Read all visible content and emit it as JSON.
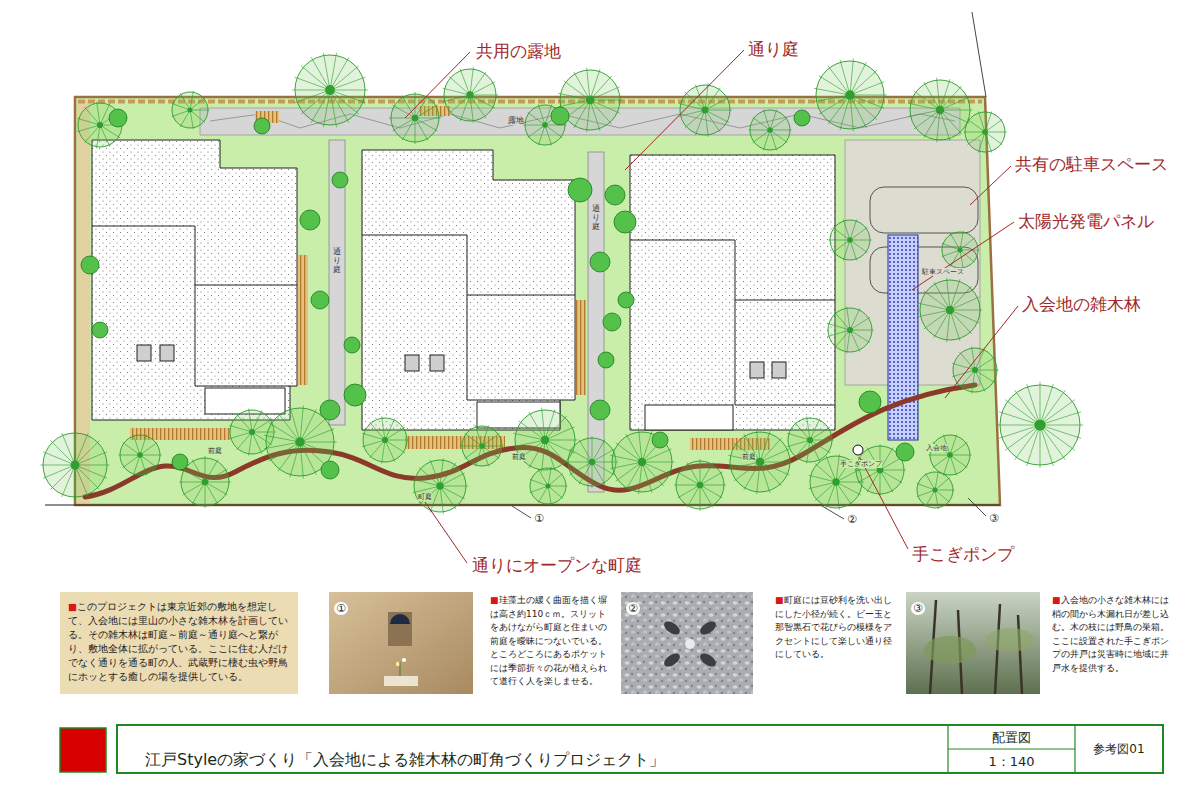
{
  "diagram": {
    "title": "江戸Styleの家づくり「入会地による雑木林の町角づくりプロジェクト」",
    "nodes": [
      {
        "text": [
          "■このプロジェクトは東京近郊の敷地を想定して、入会地には里山の小さな雑木林を計画している。その雑木林は町庭～前庭～通り庭へと繋がり、敷地全体に拡がっている。ここに住む人だけでなく通りを通る町の人、武蔵野に棲む虫や野鳥にホッとする癒しの場を提供している。"
        ]
      },
      {
        "text": [
          "①"
        ]
      },
      {
        "text": [
          "②"
        ]
      },
      {
        "text": [
          "③"
        ]
      },
      {
        "text": [
          "配置図"
        ]
      },
      {
        "text": [
          "1：140"
        ]
      },
      {
        "text": [
          "参考図01"
        ]
      }
    ],
    "labels": [
      "共用の露地",
      "通り庭",
      "共有の駐車スペース",
      "太陽光発電パネル",
      "入会地の雑木林",
      "手こぎポンプ",
      "通りにオープンな町庭",
      "露地",
      "通り庭",
      "通り庭",
      "駐車スペース",
      "入会地",
      "手こぎポンプ",
      "前庭",
      "前庭",
      "前庭",
      "町庭",
      "①",
      "②",
      "③",
      "■珪藻土の緩く曲面を描く塀は高さ約110ｃｍ。スリットをあけながら町庭と住まいの前庭を曖昧につないでいる。ところどころにあるポケットには季節折々の花が植えられて道行く人を楽しませる。",
      "■町庭には豆砂利を洗い出しにした小径が続く。ビー玉と那智黒石で花びらの模様をアクセントにして楽しい通り径にしている。",
      "■入会地の小さな雑木林には梢の間から木漏れ日が差し込む。木の枝には野鳥の巣箱。ここに設置された手こぎポンプの井戸は災害時に地域に井戸水を提供する。"
    ]
  }
}
